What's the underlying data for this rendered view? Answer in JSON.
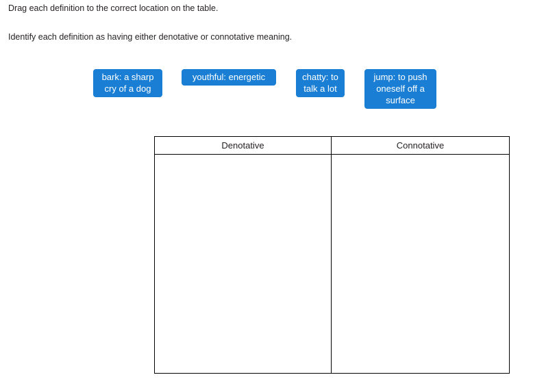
{
  "instructions": {
    "line1": "Drag each definition to the correct location on the table.",
    "line2": "Identify each definition as having either denotative or connotative meaning."
  },
  "tiles": [
    {
      "label": "bark: a sharp cry of a dog"
    },
    {
      "label": "youthful: energetic"
    },
    {
      "label": "chatty: to talk a lot"
    },
    {
      "label": "jump: to push oneself off a surface"
    }
  ],
  "table": {
    "columns": [
      {
        "header": "Denotative",
        "items": []
      },
      {
        "header": "Connotative",
        "items": []
      }
    ]
  },
  "colors": {
    "tile_background": "#1a7fd4",
    "tile_text": "#ffffff",
    "text": "#231f20",
    "table_border": "#000000",
    "page_background": "#ffffff"
  }
}
